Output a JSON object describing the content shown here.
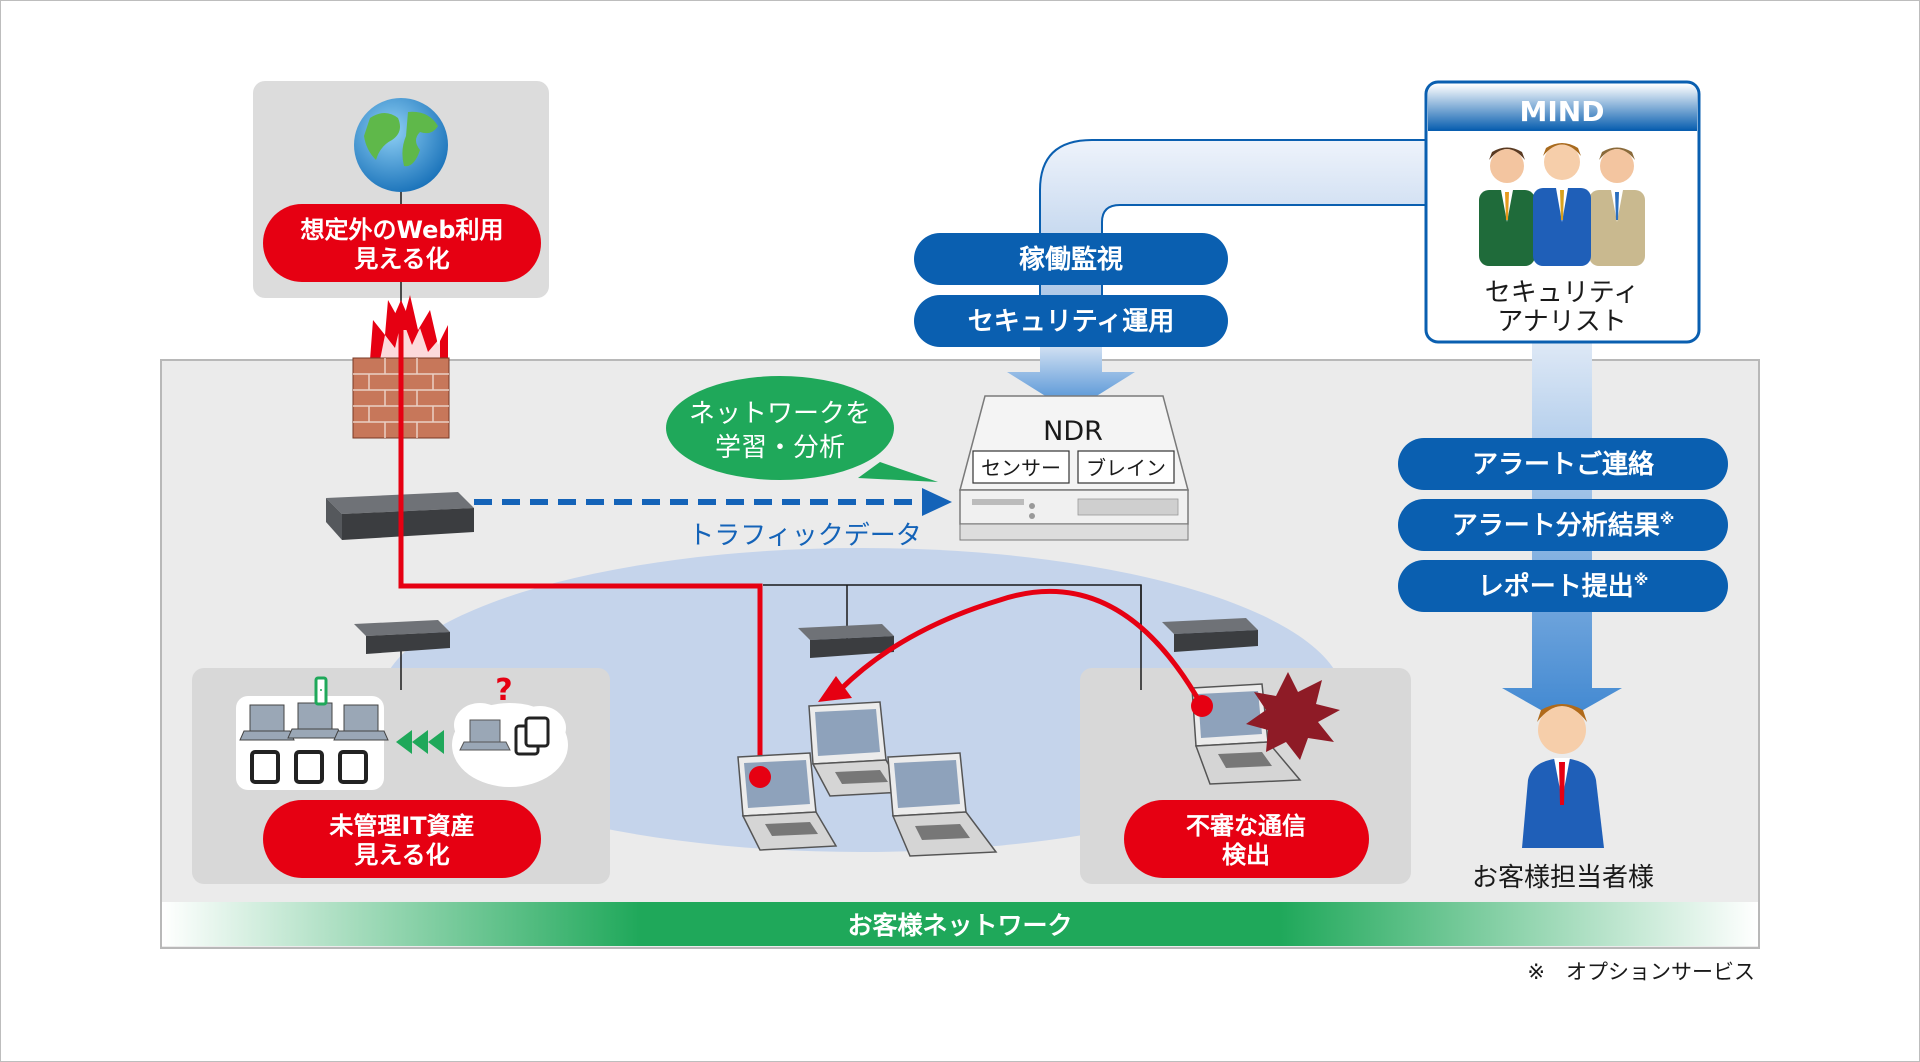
{
  "web_usage": {
    "line1": "想定外のWeb利用",
    "line2": "見える化"
  },
  "ndr": {
    "title": "NDR",
    "sensor": "センサー",
    "brain": "ブレイン"
  },
  "learn_bubble": {
    "line1": "ネットワークを",
    "line2": "学習・分析"
  },
  "traffic_label": "トラフィックデータ",
  "services_left": [
    "稼働監視",
    "セキュリティ運用"
  ],
  "mind": {
    "title": "MIND",
    "line1": "セキュリティ",
    "line2": "アナリスト"
  },
  "services_right": [
    {
      "text": "アラートご連絡",
      "mark": ""
    },
    {
      "text": "アラート分析結果",
      "mark": "※"
    },
    {
      "text": "レポート提出",
      "mark": "※"
    }
  ],
  "customer_person": "お客様担当者様",
  "unmanaged": {
    "line1": "未管理IT資産",
    "line2": "見える化"
  },
  "suspicious": {
    "line1": "不審な通信",
    "line2": "検出"
  },
  "customer_network": "お客様ネットワーク",
  "footnote": "※　オプションサービス",
  "colors": {
    "red": "#e60012",
    "blue": "#0a5fb0",
    "green": "#1fa85a"
  },
  "icons": [
    "globe-icon",
    "firewall-icon",
    "switch-icon",
    "server-icon",
    "laptop-icon",
    "tablet-icon",
    "person-icon",
    "explosion-icon",
    "question-icon",
    "exclamation-icon"
  ]
}
